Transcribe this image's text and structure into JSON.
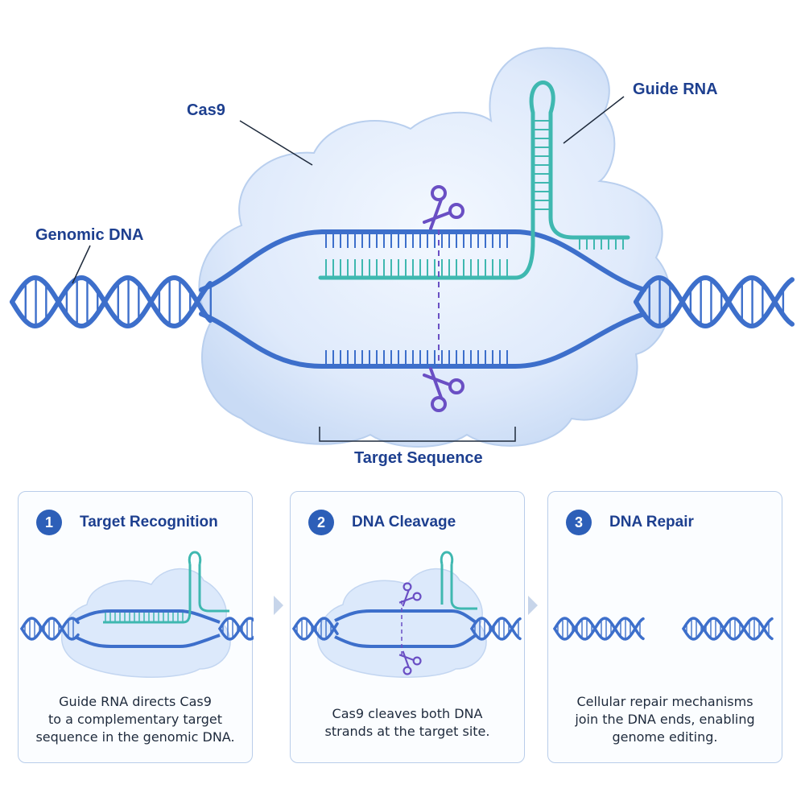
{
  "labels": {
    "cas9": "Cas9",
    "guide_rna": "Guide RNA",
    "genomic_dna": "Genomic DNA",
    "target_sequence": "Target Sequence"
  },
  "steps": [
    {
      "number": "1",
      "title": "Target Recognition",
      "description": [
        "Guide RNA directs Cas9",
        "to a complementary target",
        "sequence in the genomic DNA."
      ]
    },
    {
      "number": "2",
      "title": "DNA Cleavage",
      "description": [
        "Cas9 cleaves both DNA",
        "strands at the target site."
      ]
    },
    {
      "number": "3",
      "title": "DNA Repair",
      "description": [
        "Cellular repair mechanisms",
        "join the DNA ends, enabling",
        "genome editing."
      ]
    }
  ],
  "colors": {
    "dna": "#3d6fcb",
    "guide_rna": "#3fb8b0",
    "scissors": "#6a4fc4",
    "protein": "#dce9fb",
    "label": "#1d3f8f"
  },
  "icons": [
    "scissors-icon",
    "chevron-right-icon"
  ]
}
